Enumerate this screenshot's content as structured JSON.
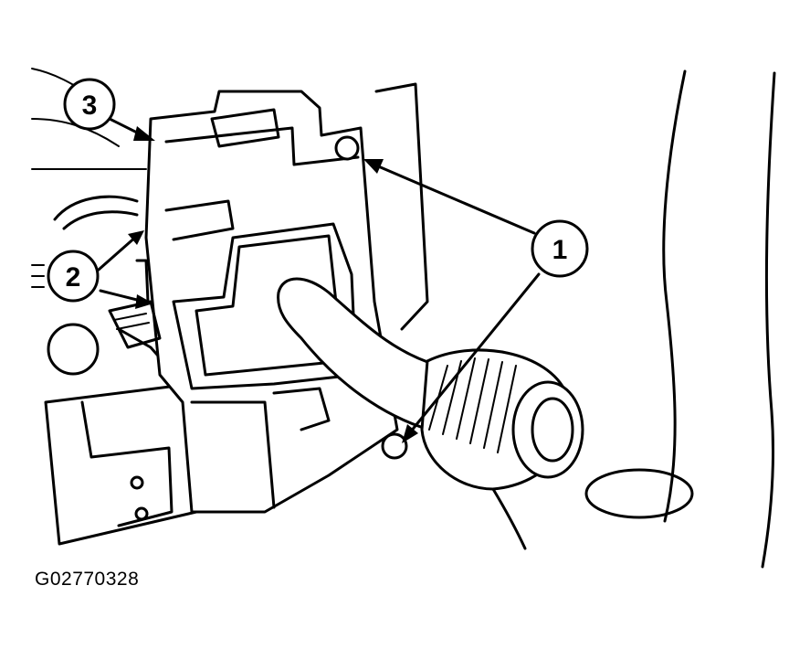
{
  "callouts": [
    {
      "id": "1",
      "label": "1"
    },
    {
      "id": "2",
      "label": "2"
    },
    {
      "id": "3",
      "label": "3"
    }
  ],
  "figure_code": "G02770328"
}
